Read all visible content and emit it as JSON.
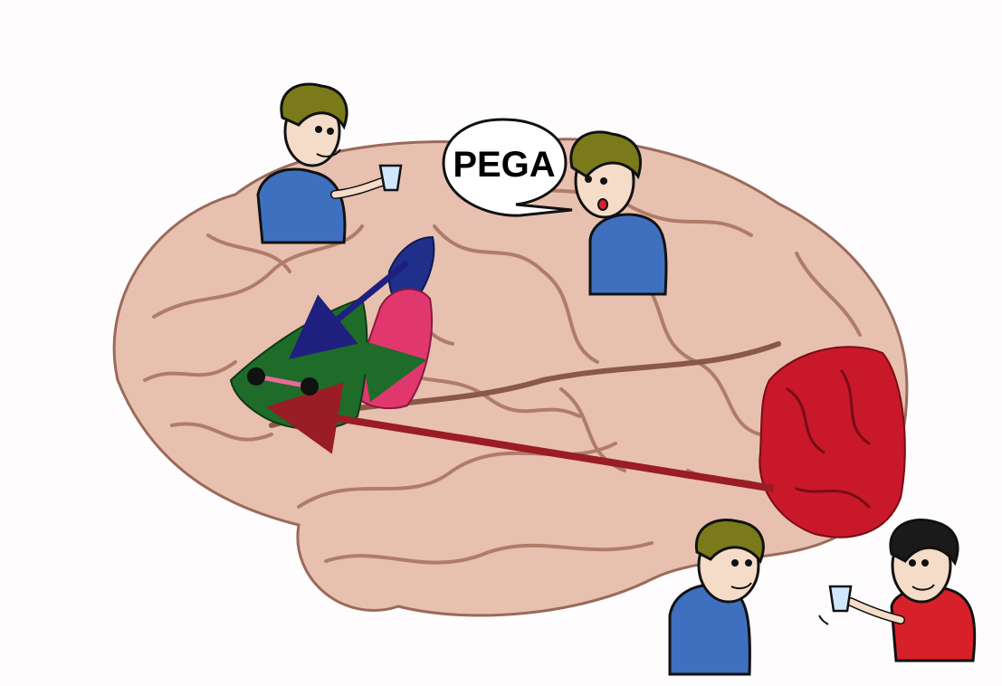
{
  "speech_bubble": {
    "text": "PEGA"
  },
  "colors": {
    "background": "#fefcfc",
    "brain": "#e8c0b0",
    "brain_fold": "#b07c6a",
    "green_area": "#1f6b2a",
    "pink_area": "#e0386e",
    "blue_area": "#1f2f8a",
    "red_area": "#c8182a",
    "arrow_dark_red": "#9a1c24",
    "arrow_green": "#1f6b2a",
    "arrow_blue": "#1f1f80",
    "shirt_blue": "#3f6fbf",
    "shirt_red": "#d8202a",
    "hair": "#7a7a1a"
  },
  "figures": [
    {
      "role": "boy-holding-cup-top"
    },
    {
      "role": "boy-speaking"
    },
    {
      "role": "boy-watching-bottom"
    },
    {
      "role": "boy-offering-cup-red-shirt"
    }
  ]
}
